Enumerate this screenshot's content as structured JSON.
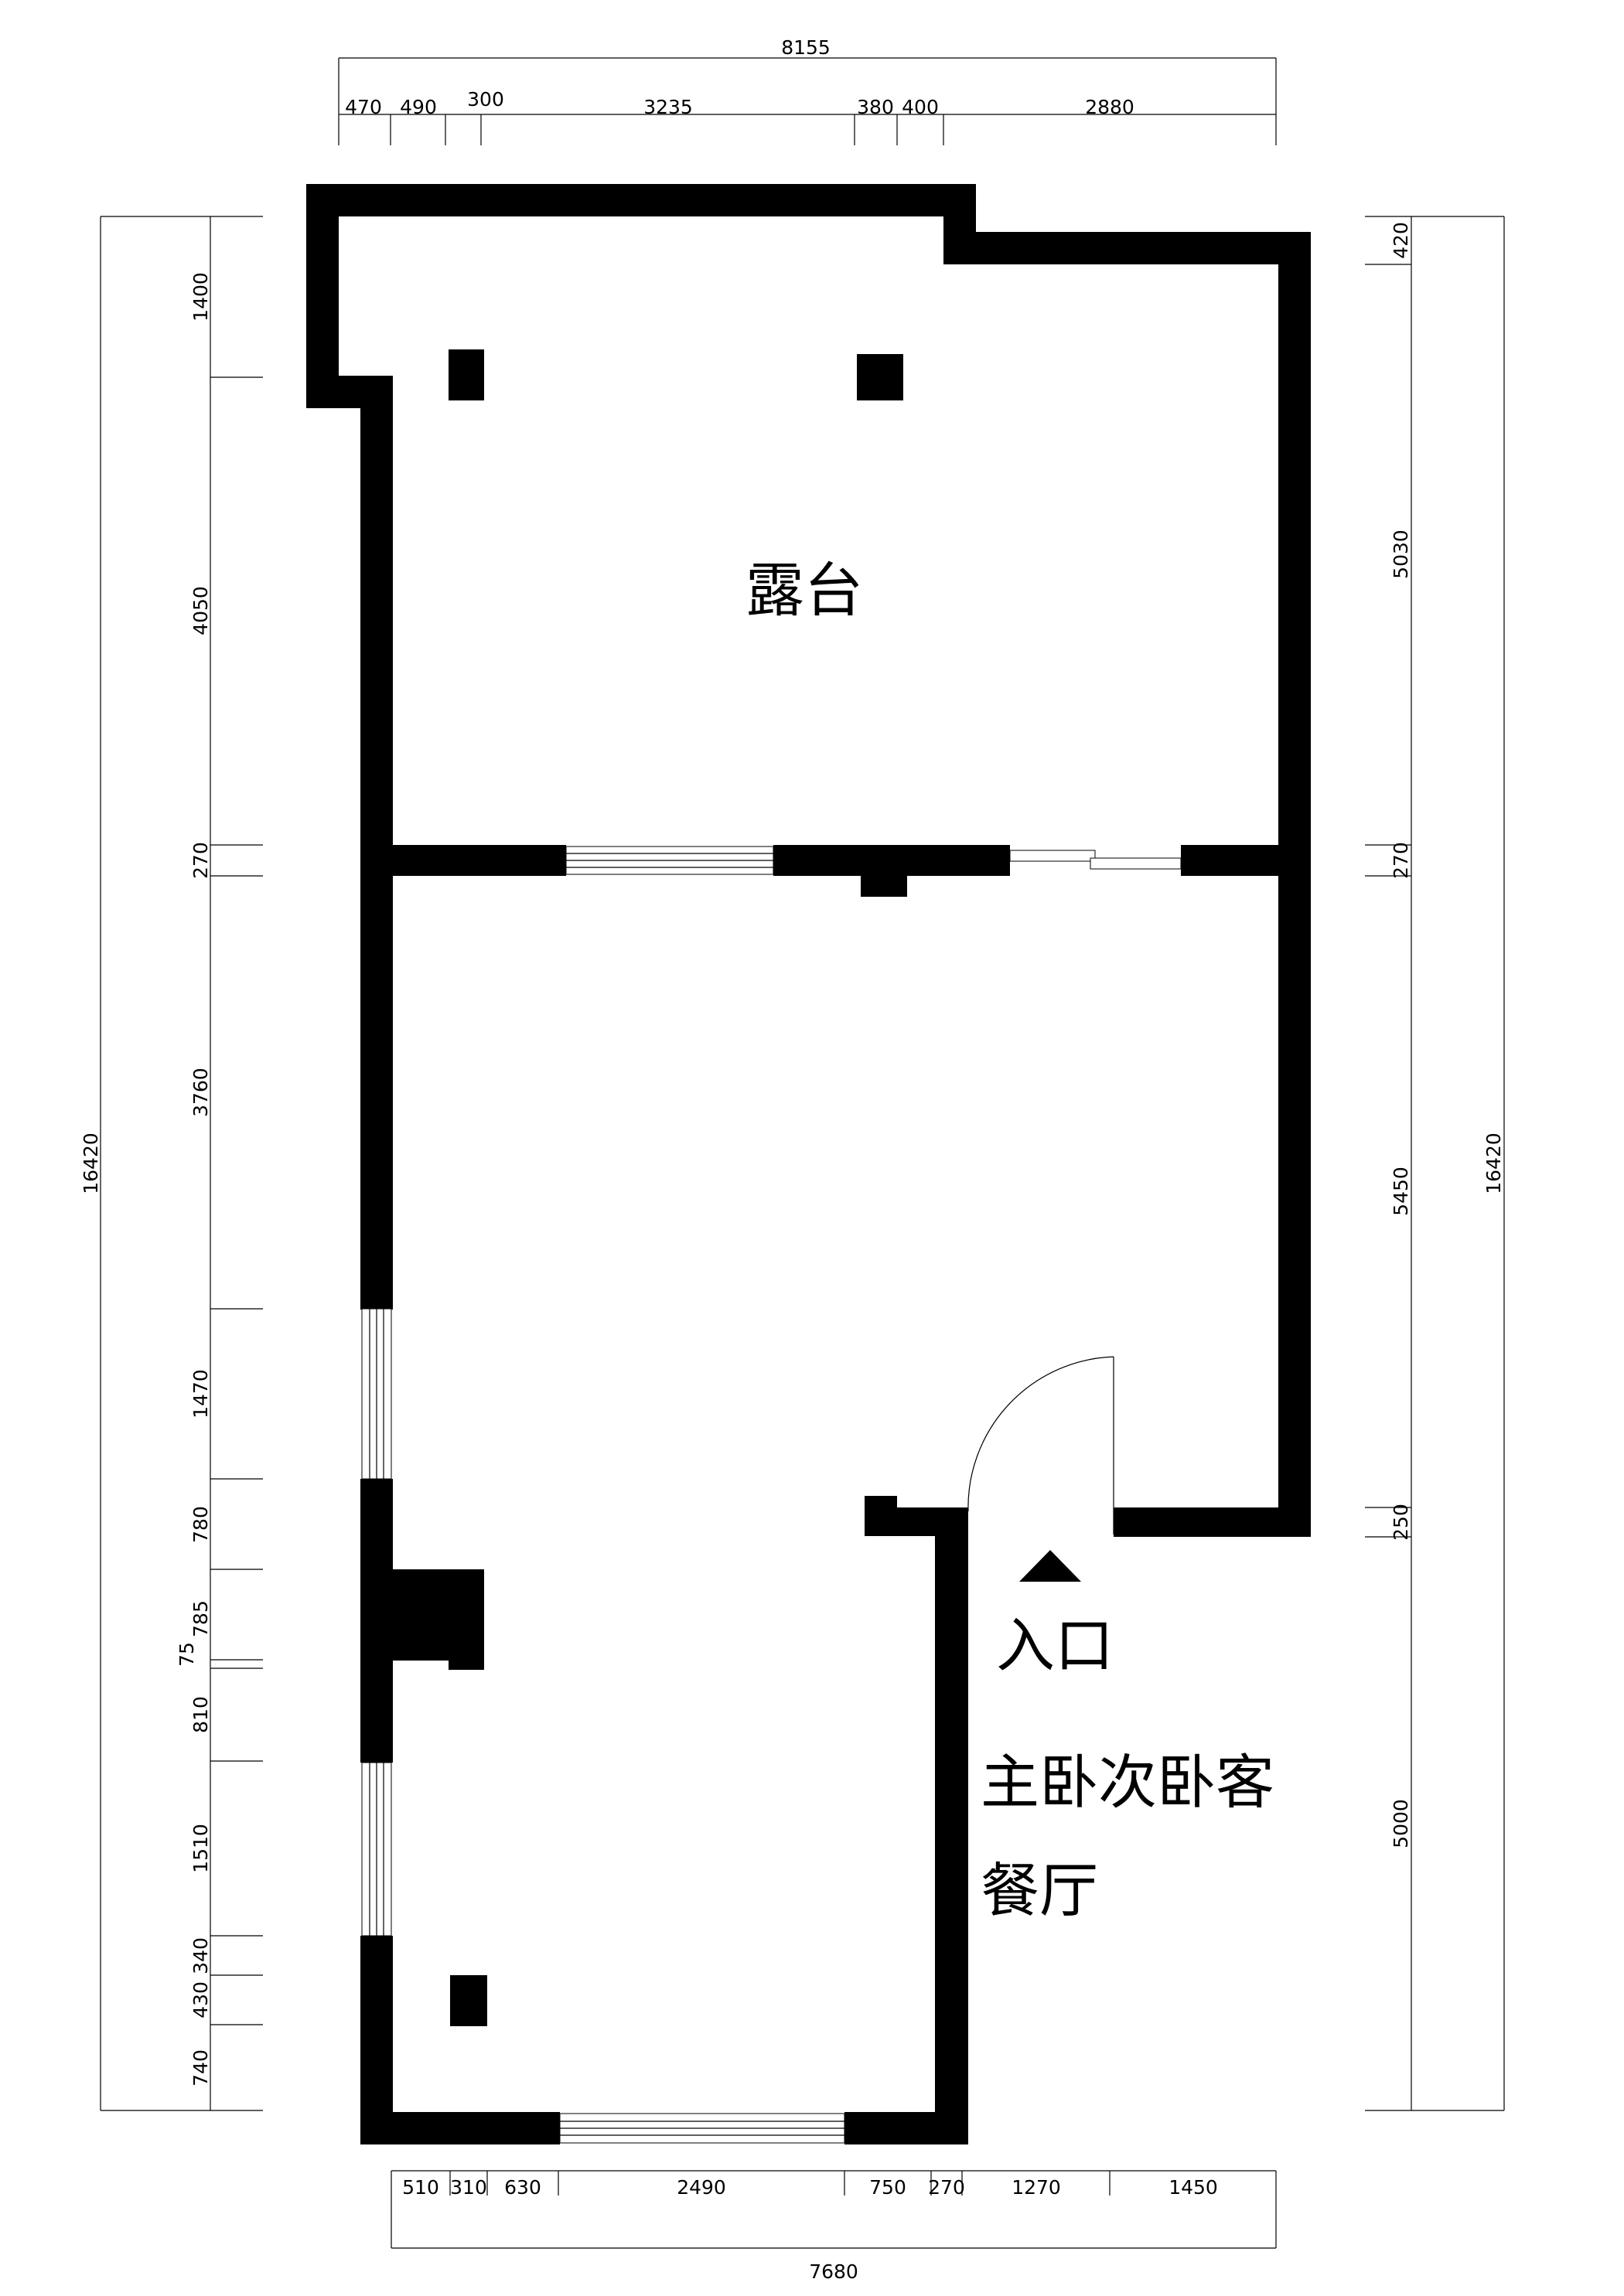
{
  "labels": {
    "terrace": "露台",
    "entrance": "入口",
    "rooms_line1": "主卧次卧客",
    "rooms_line2": "餐厅"
  },
  "dimensions": {
    "top_total": "8155",
    "top": [
      "470",
      "490",
      "300",
      "3235",
      "380",
      "400",
      "2880"
    ],
    "bottom_total": "7680",
    "bottom": [
      "510",
      "310",
      "630",
      "2490",
      "750",
      "270",
      "1270",
      "1450"
    ],
    "left_total": "16420",
    "left": [
      "1400",
      "4050",
      "270",
      "3760",
      "1470",
      "780",
      "785",
      "75",
      "810",
      "1510",
      "340",
      "430",
      "740"
    ],
    "right_total": "16420",
    "right": [
      "420",
      "5030",
      "270",
      "5450",
      "250",
      "5000"
    ]
  }
}
